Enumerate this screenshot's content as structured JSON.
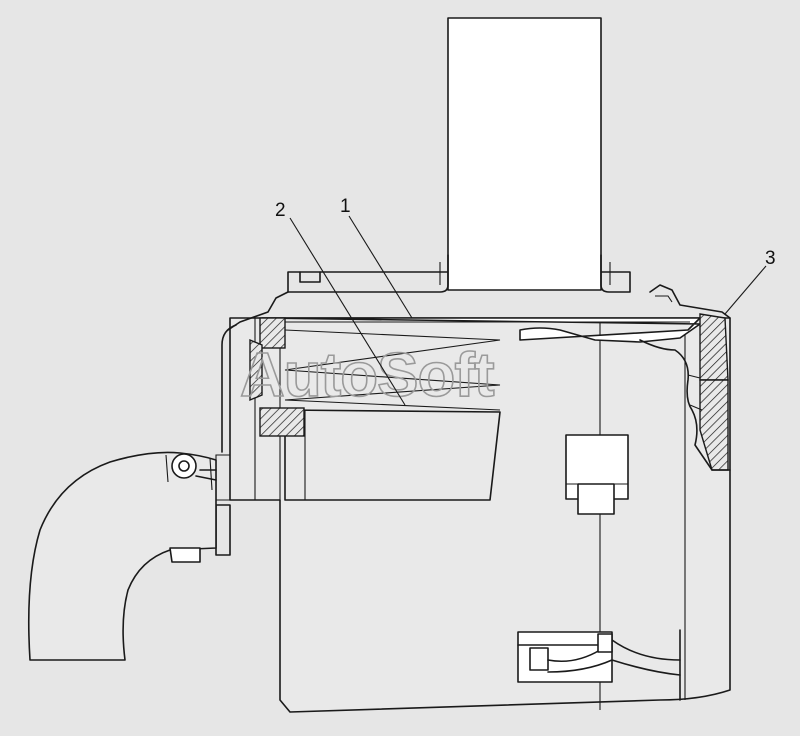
{
  "callouts": [
    {
      "id": "1",
      "label": "1"
    },
    {
      "id": "2",
      "label": "2"
    },
    {
      "id": "3",
      "label": "3"
    }
  ],
  "watermark": "AutoSoft",
  "colors": {
    "background": "#e6e6e6",
    "line": "#1a1a1a",
    "watermark": "#9a9a9a"
  }
}
